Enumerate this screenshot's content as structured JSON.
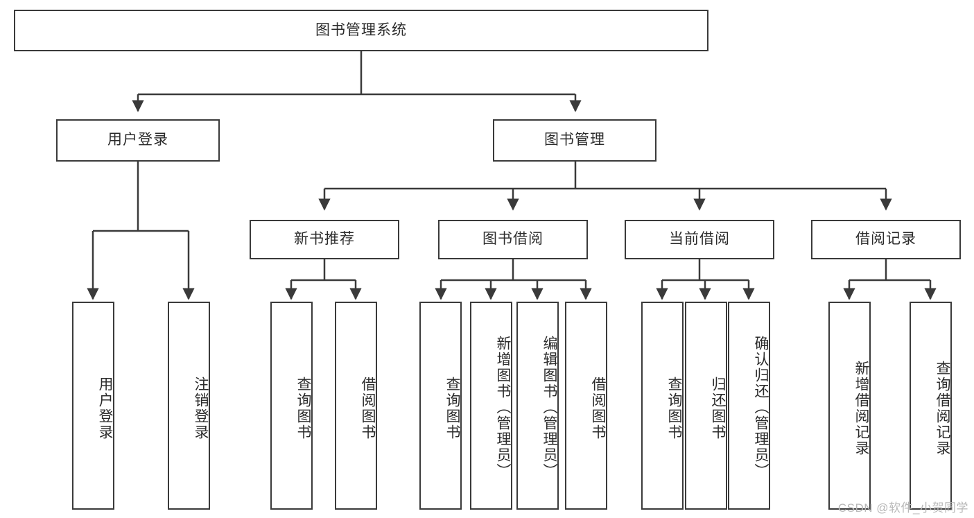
{
  "diagram": {
    "title": "图书管理系统",
    "watermark": "CSDN @软件_小贺同学",
    "type": "tree-hierarchy",
    "nodes": {
      "root": {
        "label": "图书管理系统"
      },
      "level2": [
        {
          "id": "user-login",
          "label": "用户登录"
        },
        {
          "id": "book-management",
          "label": "图书管理"
        }
      ],
      "level3": [
        {
          "id": "new-book-recommend",
          "label": "新书推荐"
        },
        {
          "id": "book-borrow",
          "label": "图书借阅"
        },
        {
          "id": "current-borrow",
          "label": "当前借阅"
        },
        {
          "id": "borrow-record",
          "label": "借阅记录"
        }
      ],
      "leaves": [
        {
          "id": "leaf-user-login",
          "label": "用户登录",
          "parent": "user-login"
        },
        {
          "id": "leaf-logout",
          "label": "注销登录",
          "parent": "user-login"
        },
        {
          "id": "leaf-query-book-1",
          "label": "查询图书",
          "parent": "new-book-recommend"
        },
        {
          "id": "leaf-borrow-book-1",
          "label": "借阅图书",
          "parent": "new-book-recommend"
        },
        {
          "id": "leaf-query-book-2",
          "label": "查询图书",
          "parent": "book-borrow"
        },
        {
          "id": "leaf-add-book",
          "label": "新增图书（管理员）",
          "parent": "book-borrow"
        },
        {
          "id": "leaf-edit-book",
          "label": "编辑图书（管理员）",
          "parent": "book-borrow"
        },
        {
          "id": "leaf-borrow-book-2",
          "label": "借阅图书",
          "parent": "book-borrow"
        },
        {
          "id": "leaf-query-book-3",
          "label": "查询图书",
          "parent": "current-borrow"
        },
        {
          "id": "leaf-return-book",
          "label": "归还图书",
          "parent": "current-borrow"
        },
        {
          "id": "leaf-confirm-return",
          "label": "确认归还（管理员）",
          "parent": "current-borrow"
        },
        {
          "id": "leaf-add-record",
          "label": "新增借阅记录",
          "parent": "borrow-record"
        },
        {
          "id": "leaf-query-record",
          "label": "查询借阅记录",
          "parent": "borrow-record"
        }
      ]
    },
    "colors": {
      "stroke": "#3a3a3a",
      "fill": "#ffffff",
      "text": "#2b2b2b",
      "watermark": "#b8b8b8"
    }
  }
}
